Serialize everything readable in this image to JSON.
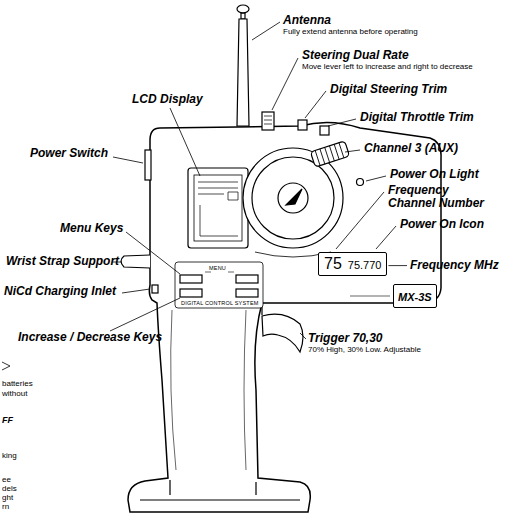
{
  "diagram": {
    "nodes": [
      {
        "text": [
          "75",
          "75.770"
        ]
      },
      {
        "text": [
          "MX-3S"
        ]
      }
    ],
    "labels": [
      "Antenna",
      "Fully extend antenna before operating",
      "Steering Dual Rate",
      "Move lever left to increase and right to decrease",
      "Digital Steering Trim",
      "Digital Throttle Trim",
      "Channel 3 (AUX)",
      "Power On Light",
      "Frequency Channel Number",
      "Power On Icon",
      "Frequency MHz",
      "Trigger 70,30",
      "70% High, 30% Low. Adjustable",
      "LCD Display",
      "Power Switch",
      "Menu Keys",
      "Wrist Strap Support",
      "NiCd Charging Inlet",
      "Increase / Decrease Keys",
      "MENU",
      "DIGITAL CONTROL SYSTEM",
      "batteries",
      "without",
      "FF",
      "king",
      "ee",
      "dels",
      "ght",
      "rn"
    ]
  }
}
